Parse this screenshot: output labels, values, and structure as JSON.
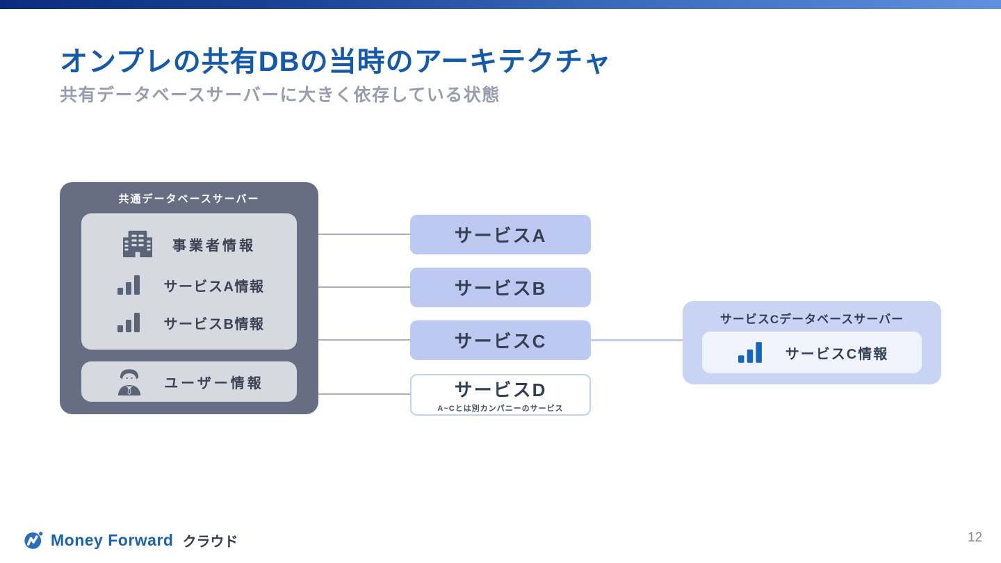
{
  "slide": {
    "title": "オンプレの共有DBの当時のアーキテクチャ",
    "subtitle": "共有データベースサーバーに大きく依存している状態",
    "page_number": "12"
  },
  "shared_db": {
    "title": "共通データベースサーバー",
    "data_items": [
      {
        "label": "事業者情報",
        "icon": "building-icon"
      },
      {
        "label": "サービスA情報",
        "icon": "bar-chart-icon"
      },
      {
        "label": "サービスB情報",
        "icon": "bar-chart-icon"
      }
    ],
    "user_item": {
      "label": "ユーザー情報",
      "icon": "user-icon"
    }
  },
  "services": [
    {
      "label": "サービスA"
    },
    {
      "label": "サービスB"
    },
    {
      "label": "サービスC"
    },
    {
      "label": "サービスD",
      "note": "A~Cとは別カンパニーのサービス"
    }
  ],
  "service_c_db": {
    "title": "サービスCデータベースサーバー",
    "item": {
      "label": "サービスC情報",
      "icon": "bar-chart-icon"
    }
  },
  "footer": {
    "brand": "Money Forward",
    "brand_suffix": "クラウド"
  },
  "colors": {
    "top_bar_start": "#0a2c7c",
    "top_bar_end": "#6190dd",
    "title_blue": "#1459aa",
    "subtitle_gray": "#959daf",
    "server_slate": "#676e83",
    "panel_gray": "#d7d9e0",
    "service_periwinkle": "#bdc9f0",
    "db_box_periwinkle": "#c9d3f4",
    "db_inner_light": "#f0f3fc",
    "text_navy": "#333f55",
    "icon_slate": "#5b6377",
    "icon_blue": "#1565c0",
    "connector_gray": "#abb0bd",
    "connector_blue": "#c3cdee",
    "brand_blue": "#1b62ae"
  }
}
